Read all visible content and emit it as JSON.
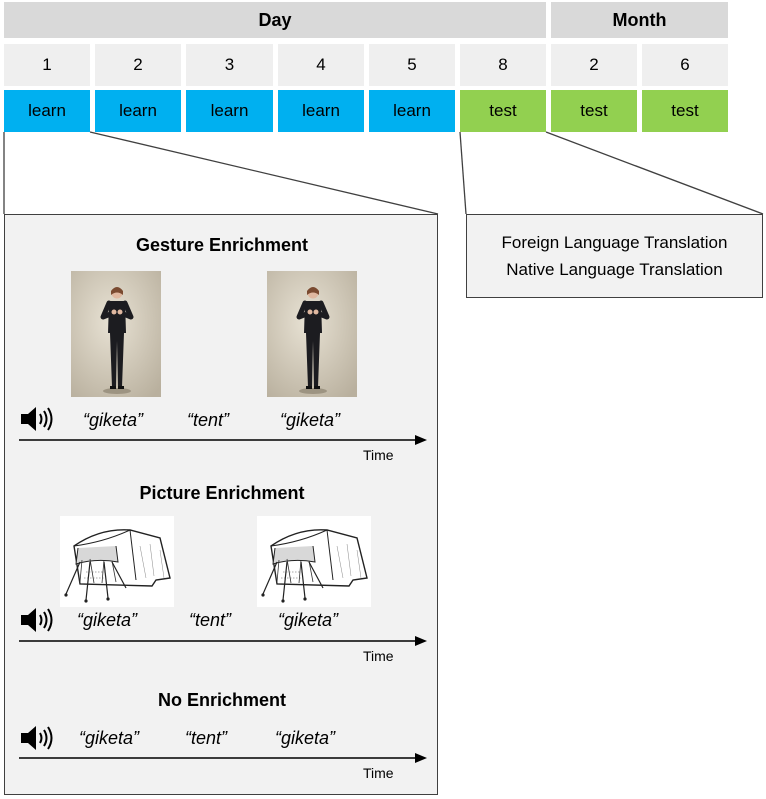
{
  "timeline": {
    "header_day": "Day",
    "header_month": "Month",
    "numbers": [
      "1",
      "2",
      "3",
      "4",
      "5",
      "8",
      "2",
      "6"
    ],
    "phases": [
      "learn",
      "learn",
      "learn",
      "learn",
      "learn",
      "test",
      "test",
      "test"
    ]
  },
  "test_box": {
    "line1": "Foreign Language Translation",
    "line2": "Native Language Translation"
  },
  "gesture": {
    "title": "Gesture Enrichment",
    "word1": "“giketa”",
    "word2": "“tent”",
    "word3": "“giketa”",
    "time": "Time"
  },
  "picture": {
    "title": "Picture Enrichment",
    "word1": "“giketa”",
    "word2": "“tent”",
    "word3": "“giketa”",
    "time": "Time"
  },
  "none": {
    "title": "No Enrichment",
    "word1": "“giketa”",
    "word2": "“tent”",
    "word3": "“giketa”",
    "time": "Time"
  },
  "colors": {
    "learn": "#00b0f0",
    "test": "#92d050",
    "header": "#d9d9d9",
    "number": "#efefef",
    "panel": "#f2f2f2"
  },
  "icons": [
    "speaker-icon",
    "person-gesture-image",
    "tent-image",
    "arrow-right-icon"
  ]
}
